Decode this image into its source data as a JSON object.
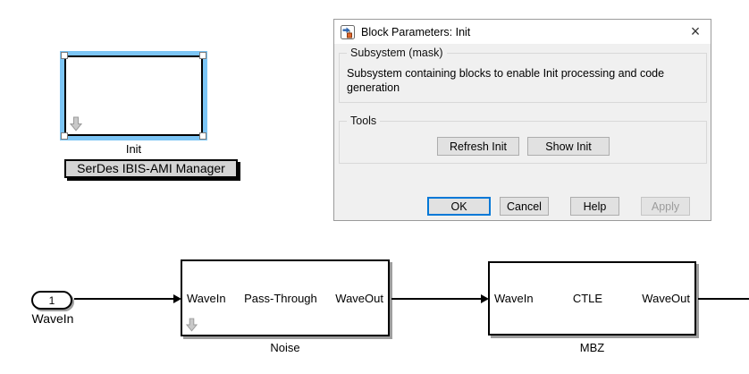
{
  "canvas": {
    "init_block": {
      "label": "Init"
    },
    "annotation": "SerDes IBIS-AMI Manager",
    "input_port": {
      "number": "1",
      "label": "WaveIn"
    },
    "noise_block": {
      "in_port": "WaveIn",
      "center_label": "Pass-Through",
      "out_port": "WaveOut",
      "label": "Noise"
    },
    "mbz_block": {
      "in_port": "WaveIn",
      "center_label": "CTLE",
      "out_port": "WaveOut",
      "label": "MBZ"
    }
  },
  "dialog": {
    "title": "Block Parameters: Init",
    "close_symbol": "×",
    "mask_group": {
      "title": "Subsystem (mask)",
      "description": "Subsystem containing blocks to enable Init processing and code generation"
    },
    "tools_group": {
      "title": "Tools",
      "refresh_button": "Refresh Init",
      "show_button": "Show Init"
    },
    "buttons": {
      "ok": "OK",
      "cancel": "Cancel",
      "help": "Help",
      "apply": "Apply"
    }
  },
  "colors": {
    "selection_blue": "#7cc5f5",
    "focus_blue": "#0078d7",
    "dialog_bg": "#f0f0f0",
    "titlebar_bg": "#ffffff",
    "button_bg": "#e1e1e1",
    "button_border": "#adadad",
    "groupbox_border": "#d9d9d9",
    "annotation_bg": "#d4d4d4",
    "shadow_gray": "#9e9e9e",
    "disabled_text": "#9c9c9c",
    "icon_blue": "#2e66b0",
    "icon_orange": "#e2662a"
  }
}
